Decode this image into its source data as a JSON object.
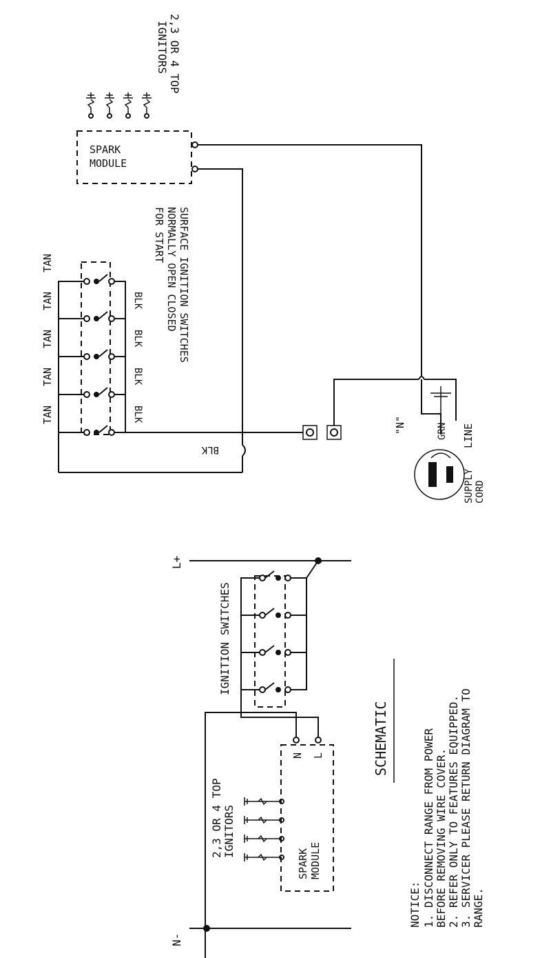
{
  "top": {
    "ignitors_label_1": "2,3 OR 4 TOP",
    "ignitors_label_2": "IGNITORS",
    "spark_module_1": "SPARK",
    "spark_module_2": "MODULE",
    "switch_label_1": "SURFACE IGNITION SWITCHES",
    "switch_label_2": "NORMALLY OPEN CLOSED",
    "switch_label_3": "FOR START",
    "wire_tan": "TAN",
    "wire_blk": "BLK",
    "neutral_label": "\"N\"",
    "ground_label": "GRN",
    "line_label": "LINE",
    "supply_1": "SUPPLY",
    "supply_2": "CORD"
  },
  "schematic": {
    "ignitors_label_1": "2,3 OR 4 TOP",
    "ignitors_label_2": "IGNITORS",
    "spark_module_1": "SPARK",
    "spark_module_2": "MODULE",
    "terminal_n": "N",
    "terminal_l": "L",
    "switches_label": "IGNITION SWITCHES",
    "rail_neg": "N-",
    "rail_pos": "L+",
    "title": "SCHEMATIC"
  },
  "notice": {
    "heading": "NOTICE:",
    "items": [
      "1.  DISCONNECT RANGE FROM POWER",
      "     BEFORE REMOVING WIRE COVER.",
      "2.  REFER ONLY TO FEATURES EQUIPPED.",
      "3.  SERVICER PLEASE RETURN DIAGRAM TO",
      "     RANGE."
    ]
  }
}
